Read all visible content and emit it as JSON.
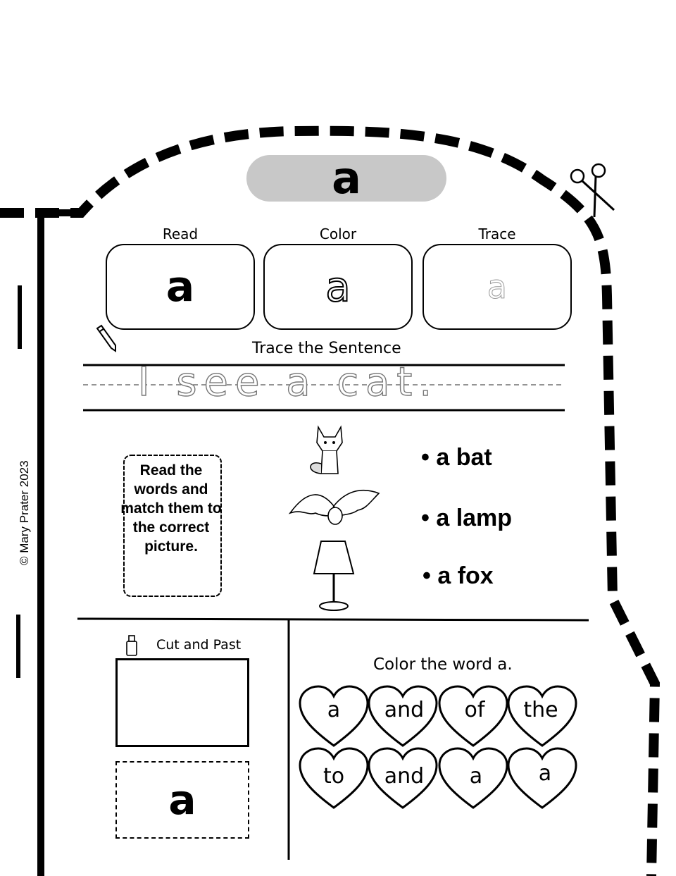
{
  "title_letter": "a",
  "boxes": [
    {
      "label": "Read",
      "letter": "a"
    },
    {
      "label": "Color",
      "letter": "a"
    },
    {
      "label": "Trace",
      "letter": "a"
    }
  ],
  "trace_title": "Trace the Sentence",
  "trace_sentence": "I see a cat.",
  "instruction": "Read the words and match them to the correct picture.",
  "match_words": [
    "• a bat",
    "• a lamp",
    "• a fox"
  ],
  "pictures": [
    "fox-icon",
    "bat-icon",
    "lamp-icon"
  ],
  "cut_paste_label": "Cut and Past",
  "cut_letter": "a",
  "color_title": "Color the word a.",
  "hearts": [
    [
      "a",
      "and",
      "of",
      "the"
    ],
    [
      "to",
      "and",
      "a",
      "a"
    ]
  ],
  "copyright": "© Mary Prater 2023"
}
